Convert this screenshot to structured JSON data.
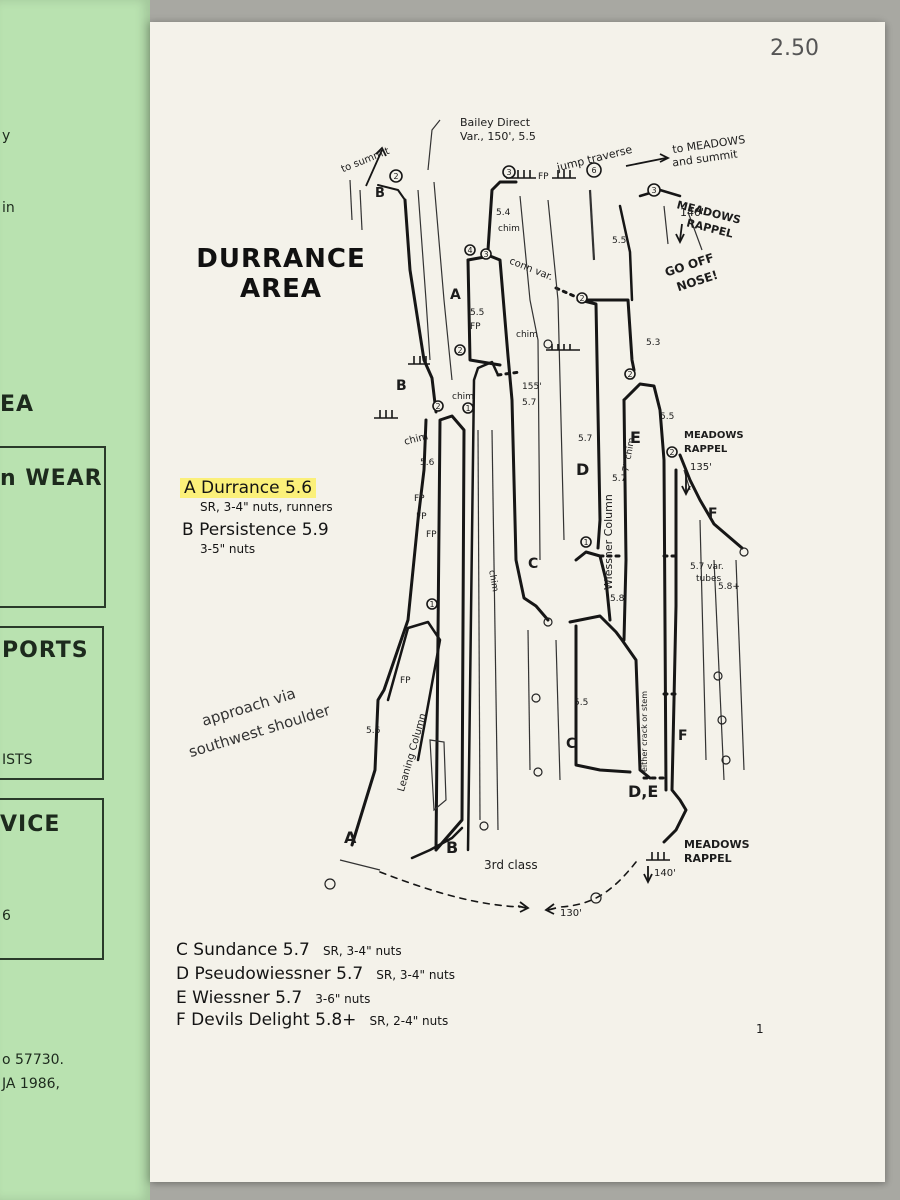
{
  "price_note": "2.50",
  "page_number": "1",
  "title": {
    "line1": "DURRANCE",
    "line2": "AREA"
  },
  "left_page_fragments": [
    {
      "text": "y"
    },
    {
      "text": "in"
    },
    {
      "text": "EA"
    },
    {
      "text": "n WEAR"
    },
    {
      "text": "PORTS"
    },
    {
      "text": "ISTS"
    },
    {
      "text": "VICE"
    },
    {
      "text": "6"
    },
    {
      "text": "o 57730."
    },
    {
      "text": "JA 1986,"
    }
  ],
  "legend_top": [
    {
      "name": "A Durrance 5.6",
      "gear": "SR, 3-4\" nuts, runners",
      "highlight": true
    },
    {
      "name": "B Persistence 5.9",
      "gear": "3-5\" nuts",
      "highlight": false
    }
  ],
  "legend_bottom": [
    {
      "name": "C Sundance 5.7",
      "gear": "SR, 3-4\" nuts"
    },
    {
      "name": "D Pseudowiessner 5.7",
      "gear": "SR, 3-4\" nuts"
    },
    {
      "name": "E Wiessner 5.7",
      "gear": "3-6\" nuts"
    },
    {
      "name": "F Devils Delight 5.8+",
      "gear": "SR, 2-4\" nuts"
    }
  ],
  "annotations": {
    "to_summit": "to summit",
    "bailey_line1": "Bailey Direct",
    "bailey_line2": "Var., 150', 5.5",
    "jump_traverse": "jump traverse",
    "to_meadows_line1": "to MEADOWS",
    "to_meadows_line2": "and summit",
    "meadows_rappel": "MEADOWS RAPPEL",
    "meadows": "MEADOWS",
    "rappel": "RAPPEL",
    "go_off_nose_line1": "GO OFF",
    "go_off_nose_line2": "NOSE!",
    "conn_var": "conn var.",
    "chim": "chim",
    "fp": "FP",
    "wiessner_column": "Wiessner Column",
    "leaning_column": "Leaning Column",
    "approach_line1": "approach via",
    "approach_line2": "southwest shoulder",
    "third_class": "3rd class",
    "either_crack_or_stem": "either crack or stem",
    "seven_inch_chim": "7\" chim",
    "var_tubes_line1": "5.7 var.",
    "var_tubes_line2": "tubes",
    "rap_140": "140'",
    "rap_135": "135'",
    "rap_130": "130'",
    "len_155": "155'"
  },
  "route_letters": [
    "A",
    "B",
    "C",
    "D",
    "E",
    "F",
    "D,E"
  ],
  "grades": [
    "5.4",
    "5.5",
    "5.6",
    "5.7",
    "5.3",
    "5.8",
    "5.8+"
  ]
}
